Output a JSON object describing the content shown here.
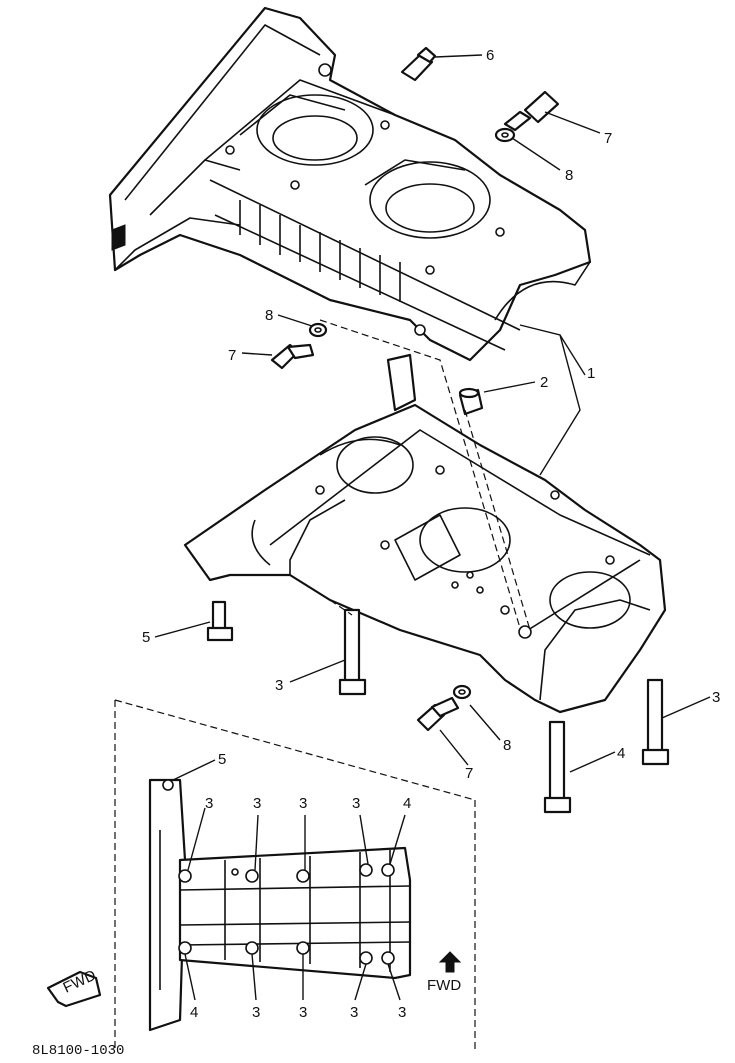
{
  "diagram": {
    "drawing_code": "8L8100-1030",
    "fwd_badge": "FWD",
    "fwd_note": "FWD",
    "parts": [
      {
        "id": "1"
      },
      {
        "id": "2"
      },
      {
        "id": "3"
      },
      {
        "id": "4"
      },
      {
        "id": "5"
      },
      {
        "id": "6"
      },
      {
        "id": "7"
      },
      {
        "id": "8"
      }
    ]
  }
}
